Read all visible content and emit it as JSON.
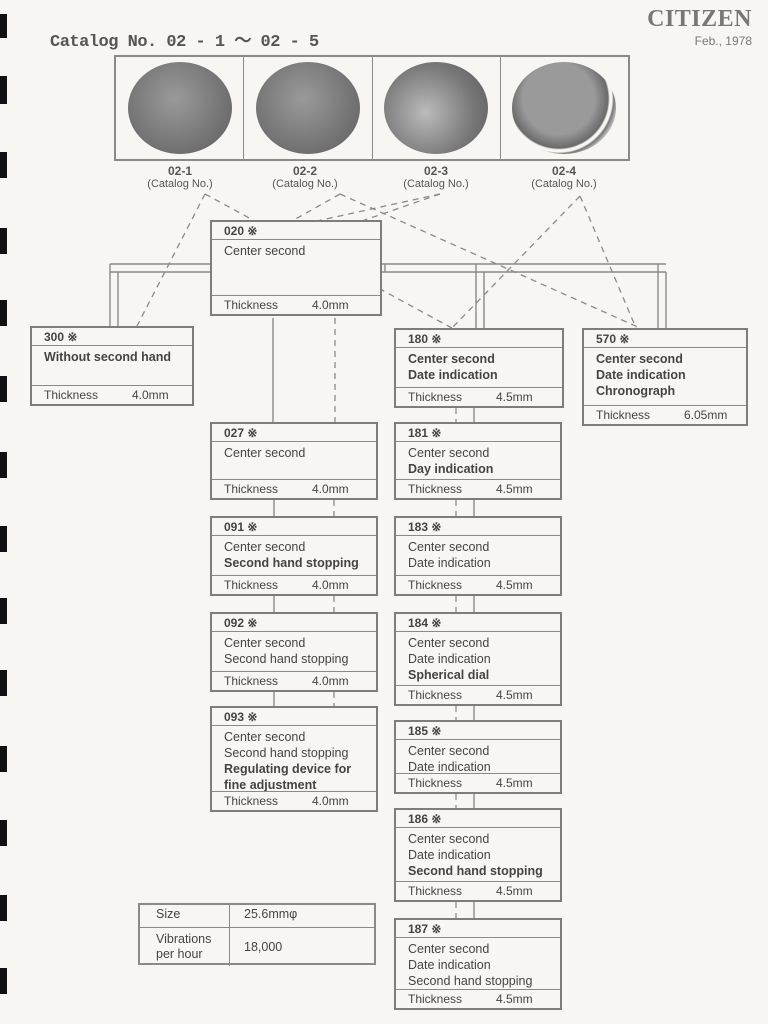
{
  "header": {
    "brand": "CITIZEN",
    "date": "Feb., 1978",
    "catalog_title": "Catalog No. 02 - 1 ～ 02 - 5"
  },
  "movements": [
    {
      "number": "02-1",
      "label": "(Catalog No.)"
    },
    {
      "number": "02-2",
      "label": "(Catalog No.)"
    },
    {
      "number": "02-3",
      "label": "(Catalog No.)"
    },
    {
      "number": "02-4",
      "label": "(Catalog No.)"
    }
  ],
  "thickness_label": "Thickness",
  "calibers": {
    "c020": {
      "code": "020 ※",
      "lines": [
        "Center second"
      ],
      "thickness": "4.0mm"
    },
    "c300": {
      "code": "300 ※",
      "lines": [
        "Without second hand"
      ],
      "thickness": "4.0mm"
    },
    "c180": {
      "code": "180 ※",
      "lines": [
        "Center second",
        "Date indication"
      ],
      "thickness": "4.5mm"
    },
    "c570": {
      "code": "570 ※",
      "lines": [
        "Center second",
        "Date indication",
        "Chronograph"
      ],
      "thickness": "6.05mm"
    },
    "c027": {
      "code": "027 ※",
      "lines": [
        "Center second"
      ],
      "thickness": "4.0mm"
    },
    "c181": {
      "code": "181 ※",
      "lines": [
        "Center second",
        "Day indication"
      ],
      "thickness": "4.5mm"
    },
    "c091": {
      "code": "091 ※",
      "lines": [
        "Center second",
        "Second hand stopping"
      ],
      "thickness": "4.0mm"
    },
    "c183": {
      "code": "183 ※",
      "lines": [
        "Center second",
        "Date indication"
      ],
      "thickness": "4.5mm"
    },
    "c092": {
      "code": "092 ※",
      "lines": [
        "Center second",
        "Second hand stopping"
      ],
      "thickness": "4.0mm"
    },
    "c184": {
      "code": "184 ※",
      "lines": [
        "Center second",
        "Date indication",
        "Spherical dial"
      ],
      "thickness": "4.5mm"
    },
    "c093": {
      "code": "093 ※",
      "lines": [
        "Center second",
        "Second hand stopping",
        "Regulating device for",
        "fine adjustment"
      ],
      "thickness": "4.0mm"
    },
    "c185": {
      "code": "185 ※",
      "lines": [
        "Center second",
        "Date indication"
      ],
      "thickness": "4.5mm"
    },
    "c186": {
      "code": "186 ※",
      "lines": [
        "Center second",
        "Date indication",
        "Second hand stopping"
      ],
      "thickness": "4.5mm"
    },
    "c187": {
      "code": "187 ※",
      "lines": [
        "Center second",
        "Date indication",
        "Second hand stopping"
      ],
      "thickness": "4.5mm"
    }
  },
  "specs": {
    "size_label": "Size",
    "size_value": "25.6mmφ",
    "vibrations_label_1": "Vibrations",
    "vibrations_label_2": "per hour",
    "vibrations_value": "18,000"
  }
}
